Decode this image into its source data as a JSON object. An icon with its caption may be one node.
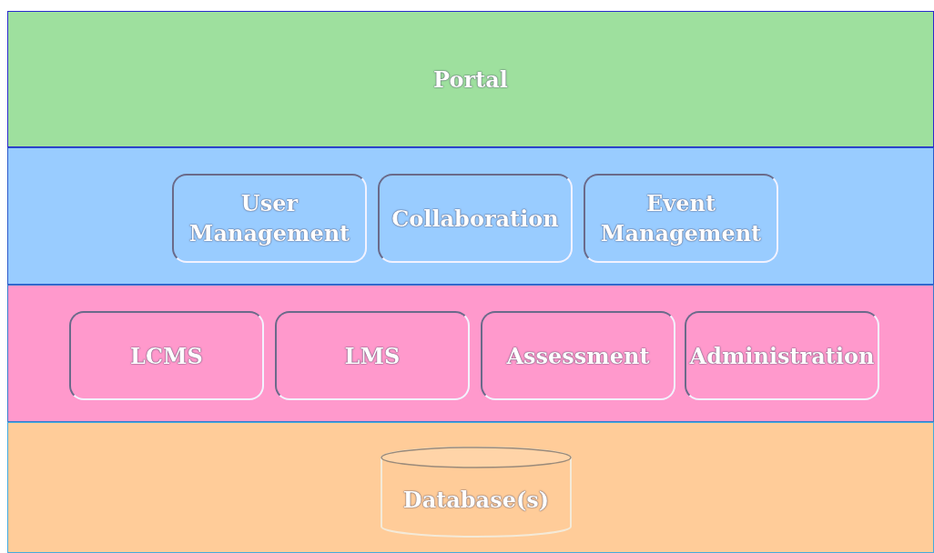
{
  "diagram": {
    "nodes": [
      {
        "text": [
          "Portal"
        ]
      },
      {
        "text": [],
        "shape": "box"
      },
      {
        "text": [
          "User Management"
        ],
        "in": 1
      },
      {
        "text": [
          "Collaboration"
        ],
        "in": 1
      },
      {
        "text": [
          "Event Management"
        ],
        "in": 1
      },
      {
        "text": [],
        "shape": "box"
      },
      {
        "text": [
          "LCMS"
        ],
        "in": 5
      },
      {
        "text": [
          "LMS"
        ],
        "in": 5
      },
      {
        "text": [
          "Assessment"
        ],
        "in": 5
      },
      {
        "text": [
          "Administration"
        ],
        "in": 5
      },
      {
        "text": [],
        "shape": "box"
      },
      {
        "text": [
          "Database(s)"
        ],
        "in": 10
      }
    ],
    "edges": []
  }
}
